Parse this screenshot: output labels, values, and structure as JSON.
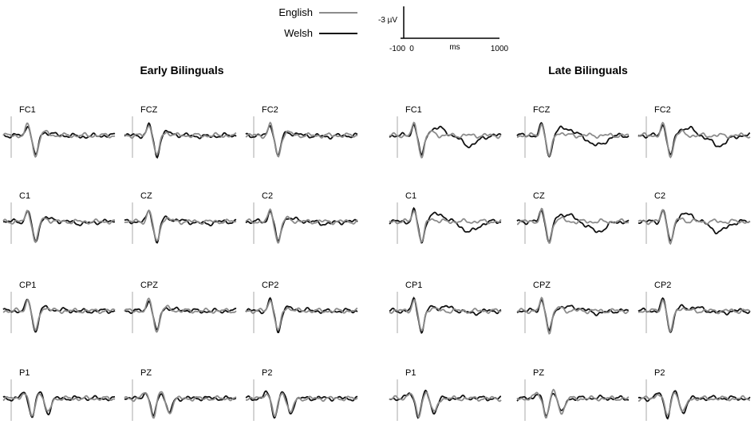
{
  "legend": {
    "entries": [
      {
        "label": "English",
        "color": "#8c8c8c"
      },
      {
        "label": "Welsh",
        "color": "#111111"
      }
    ]
  },
  "scale_bar": {
    "amplitude_label": "-3 µV",
    "time_unit": "ms",
    "time_ticks": [
      "-100",
      "0",
      "1000"
    ]
  },
  "chart_data": {
    "type": "line",
    "description_of_measure": "ERP waveform per electrode, amplitude over time",
    "x_range_ms": [
      -100,
      1000
    ],
    "groups": [
      {
        "title": "Early Bilinguals",
        "electrodes": [
          {
            "name": "FC1",
            "welsh_late_shift": 0.1
          },
          {
            "name": "FCZ",
            "welsh_late_shift": 0.1
          },
          {
            "name": "FC2",
            "welsh_late_shift": 0.1
          },
          {
            "name": "C1",
            "welsh_late_shift": 0.2
          },
          {
            "name": "CZ",
            "welsh_late_shift": 0.2
          },
          {
            "name": "C2",
            "welsh_late_shift": 0.2
          },
          {
            "name": "CP1",
            "welsh_late_shift": 0.15
          },
          {
            "name": "CPZ",
            "welsh_late_shift": 0.15
          },
          {
            "name": "CP2",
            "welsh_late_shift": 0.15
          },
          {
            "name": "P1",
            "welsh_late_shift": 0.15
          },
          {
            "name": "PZ",
            "welsh_late_shift": 0.15
          },
          {
            "name": "P2",
            "welsh_late_shift": 0.15
          }
        ]
      },
      {
        "title": "Late Bilinguals",
        "electrodes": [
          {
            "name": "FC1",
            "welsh_late_shift": 1.0
          },
          {
            "name": "FCZ",
            "welsh_late_shift": 1.0
          },
          {
            "name": "FC2",
            "welsh_late_shift": 1.0
          },
          {
            "name": "C1",
            "welsh_late_shift": 1.0
          },
          {
            "name": "CZ",
            "welsh_late_shift": 1.0
          },
          {
            "name": "C2",
            "welsh_late_shift": 1.0
          },
          {
            "name": "CP1",
            "welsh_late_shift": 0.7
          },
          {
            "name": "CPZ",
            "welsh_late_shift": 0.7
          },
          {
            "name": "CP2",
            "welsh_late_shift": 0.6
          },
          {
            "name": "P1",
            "welsh_late_shift": 0.2
          },
          {
            "name": "PZ",
            "welsh_late_shift": 0.2
          },
          {
            "name": "P2",
            "welsh_late_shift": 0.2
          }
        ]
      }
    ]
  }
}
